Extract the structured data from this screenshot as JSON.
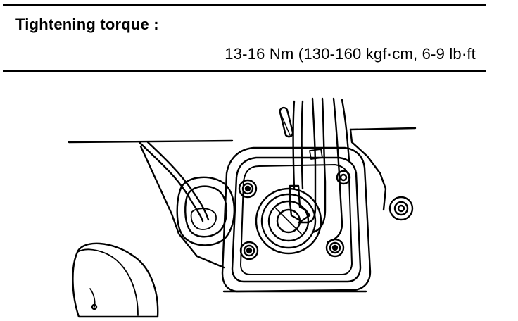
{
  "spec": {
    "label": "Tightening torque :",
    "value": "13-16 Nm (130-160 kgf·cm, 6-9 lb·ft"
  },
  "illustration": {
    "subject": "shift-lever-housing-bolts",
    "line_color": "#000000",
    "background_color": "#ffffff"
  }
}
